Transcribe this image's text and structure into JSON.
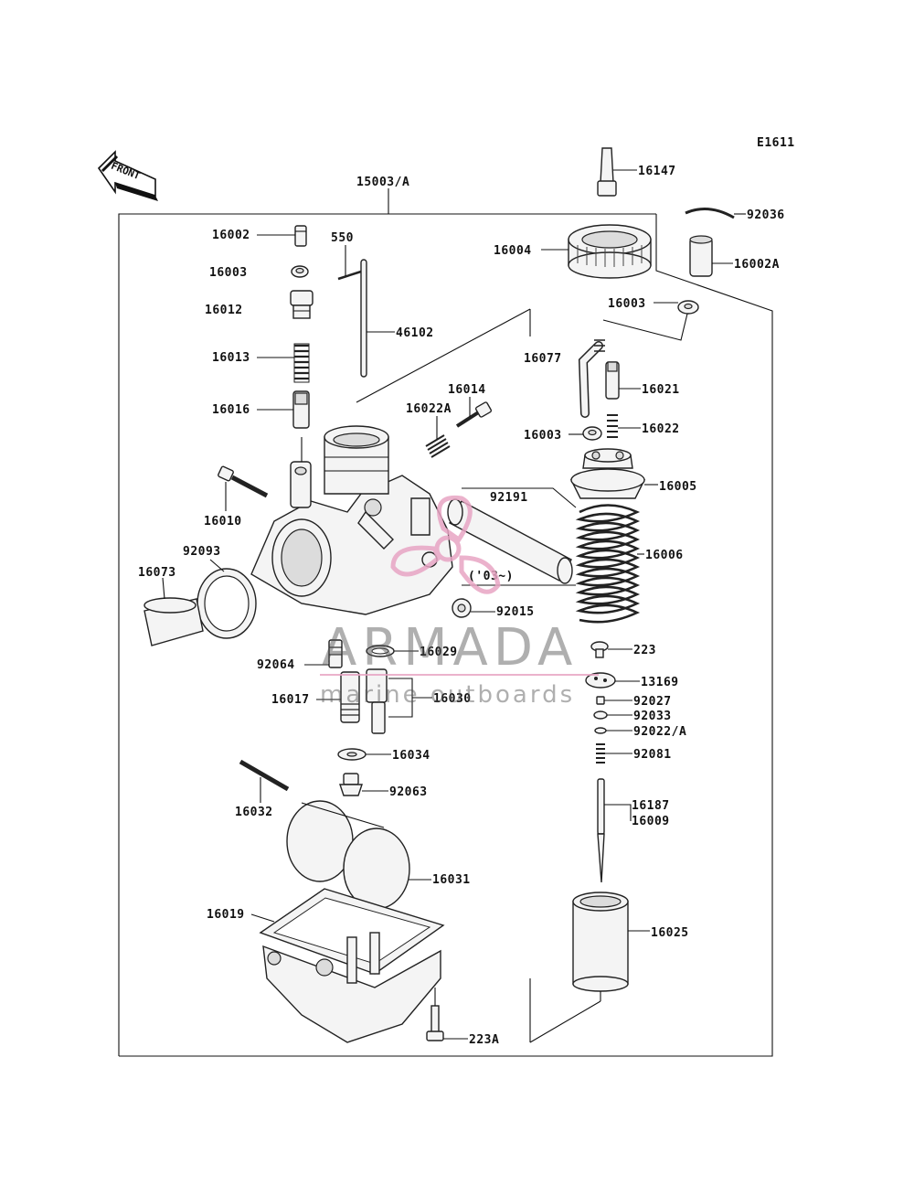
{
  "diagram_code": "E1611",
  "front_label": "FRONT",
  "assembly_label": "15003/A",
  "year_note": "('03~)",
  "watermark": {
    "brand": "ARMADA",
    "tagline": "marine outboards",
    "color": "#e8a5c4"
  },
  "parts": {
    "p16002": "16002",
    "p550": "550",
    "p16003a": "16003",
    "p16012": "16012",
    "p46102": "46102",
    "p16013": "16013",
    "p16016": "16016",
    "p16014": "16014",
    "p16022A": "16022A",
    "p16010": "16010",
    "p92093": "92093",
    "p16073": "16073",
    "p92191": "92191",
    "p92015": "92015",
    "p92064": "92064",
    "p16029": "16029",
    "p16017": "16017",
    "p16030": "16030",
    "p16034": "16034",
    "p92063": "92063",
    "p16032": "16032",
    "p16031": "16031",
    "p16019": "16019",
    "p223A": "223A",
    "p16147": "16147",
    "p92036": "92036",
    "p16004": "16004",
    "p16002A": "16002A",
    "p16003b": "16003",
    "p16077": "16077",
    "p16021": "16021",
    "p16003c": "16003",
    "p16022": "16022",
    "p16005": "16005",
    "p16006": "16006",
    "p223": "223",
    "p13169": "13169",
    "p92027": "92027",
    "p92033": "92033",
    "p92022A": "92022/A",
    "p92081": "92081",
    "p16187": "16187",
    "p16009": "16009",
    "p16025": "16025"
  }
}
